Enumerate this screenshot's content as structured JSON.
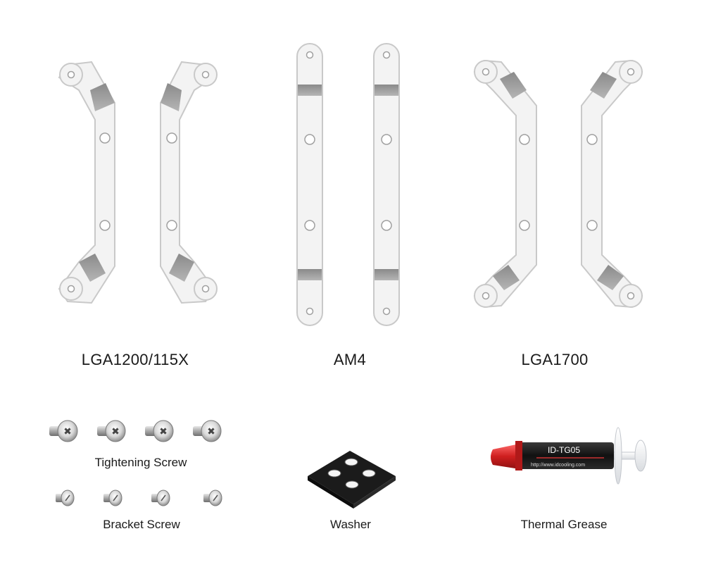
{
  "brackets": {
    "intel_legacy": {
      "label": "LGA1200/115X"
    },
    "amd": {
      "label": "AM4"
    },
    "intel_new": {
      "label": "LGA1700"
    }
  },
  "accessories": {
    "tightening_screw": {
      "label": "Tightening Screw",
      "count": 4
    },
    "bracket_screw": {
      "label": "Bracket Screw",
      "count": 4
    },
    "washer": {
      "label": "Washer"
    },
    "thermal_grease": {
      "label": "Thermal Grease",
      "product_text": "ID-TG05",
      "url_text": "http://www.idcooling.com"
    }
  },
  "colors": {
    "bracket_fill": "#f2f2f2",
    "bracket_stroke": "#c9c9c9",
    "bracket_bend": "#9a9a9a",
    "grease_cap": "#d42a2a",
    "grease_body": "#222222"
  },
  "icons": [
    "bracket-icon",
    "screw-icon",
    "washer-icon",
    "syringe-icon"
  ]
}
